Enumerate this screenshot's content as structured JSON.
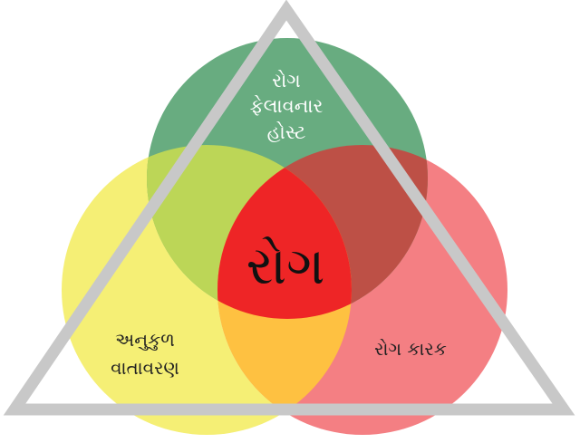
{
  "diagram": {
    "center_label": "રોગ",
    "host": {
      "lines": [
        "રોગ",
        "ફેલાવનાર",
        "હોસ્ટ"
      ]
    },
    "environment": {
      "lines": [
        "અનુકુળ",
        "વાતાવરણ"
      ]
    },
    "agent": {
      "lines": [
        "રોગ કારક"
      ]
    },
    "colors": {
      "host_circle": "#68ac80",
      "environment_circle": "#f5ef75",
      "agent_circle": "#f47f83",
      "host_environment_overlap": "#bcd657",
      "host_agent_overlap": "#bd5046",
      "environment_agent_overlap": "#fec141",
      "center_overlap": "#ee2526",
      "triangle": "#c8c8c8"
    }
  }
}
